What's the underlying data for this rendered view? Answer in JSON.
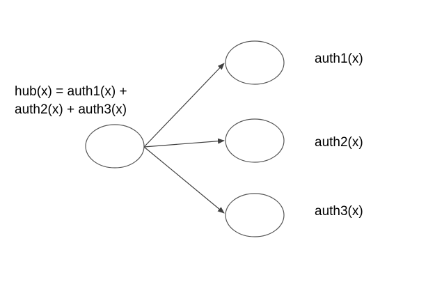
{
  "diagram": {
    "hub_label_line1": "hub(x) = auth1(x) +",
    "hub_label_line2": "auth2(x) + auth3(x)",
    "auth_labels": [
      "auth1(x)",
      "auth2(x)",
      "auth3(x)"
    ],
    "colors": {
      "node_stroke": "#555555",
      "edge_stroke": "#404040",
      "text": "#000000",
      "background": "#ffffff"
    }
  }
}
